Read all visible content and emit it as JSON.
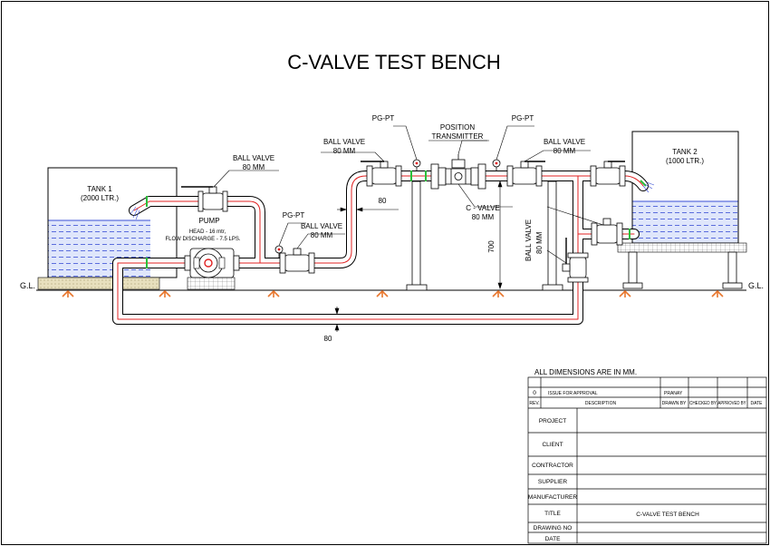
{
  "drawing": {
    "title": "C-VALVE TEST BENCH",
    "ground_label": "G.L."
  },
  "labels": {
    "tank1_name": "TANK 1",
    "tank1_capacity": "(2000 LTR.)",
    "tank2_name": "TANK 2",
    "tank2_capacity": "(1000 LTR.)",
    "pump_name": "PUMP",
    "pump_head": "HEAD - 16 mtr,",
    "pump_flow": "FLOW DISCHARGE - 7.5 LPS.",
    "ball_valve_1": "BALL VALVE",
    "ball_valve_1_size": "80 MM",
    "ball_valve_2": "BALL VALVE",
    "ball_valve_2_size": "80 MM",
    "ball_valve_3": "BALL VALVE",
    "ball_valve_3_size": "80 MM",
    "ball_valve_4": "BALL VALVE",
    "ball_valve_4_size": "80 MM",
    "ball_valve_5": "BALL VALVE",
    "ball_valve_5_size": "80 MM",
    "pg_pt_1": "PG-PT",
    "pg_pt_2": "PG-PT",
    "pg_pt_3": "PG-PT",
    "position_1": "POSITION",
    "position_2": "TRANSMITTER",
    "c_valve": "C - VALVE",
    "c_valve_size": "80 MM",
    "dim_80_top": "80",
    "dim_80_bottom": "80",
    "dim_700": "700"
  },
  "title_block": {
    "note": "ALL DIMENSIONS ARE IN MM.",
    "rev_no": "0",
    "rev_desc": "ISSUE FOR APPROVAL",
    "rev_drawn": "PRANAY",
    "h_rev": "REV.",
    "h_desc": "DESCRIPTION",
    "h_drawn": "DRAWN BY",
    "h_checked": "CHECKED BY",
    "h_approved": "APPROVED BY",
    "h_date": "DATE",
    "project": "PROJECT",
    "client": "CLIENT",
    "contractor": "CONTRACTOR",
    "supplier": "SUPPLIER",
    "manufacturer": "MANUFACTURER",
    "title_label": "TITLE",
    "title_value": "C-VALVE TEST BENCH",
    "drawing_no": "DRAWING NO",
    "date": "DATE"
  },
  "colors": {
    "pipe_red": "#e02020",
    "fitting_green": "#2bbf3a",
    "water_blue": "#3a4fd6",
    "water_fill": "#dfe6fb",
    "ground_orange": "#e8772e",
    "foundation_fill": "#e2d9b4"
  }
}
